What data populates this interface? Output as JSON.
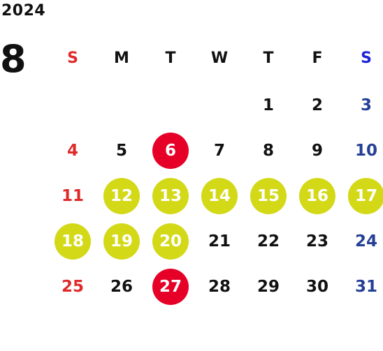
{
  "header": {
    "year": "2024",
    "month": "8"
  },
  "weekdays": [
    "S",
    "M",
    "T",
    "W",
    "T",
    "F",
    "S"
  ],
  "weeks": [
    [
      "",
      "",
      "",
      "",
      "1",
      "2",
      "3"
    ],
    [
      "4",
      "5",
      "6",
      "7",
      "8",
      "9",
      "10"
    ],
    [
      "11",
      "12",
      "13",
      "14",
      "15",
      "16",
      "17"
    ],
    [
      "18",
      "19",
      "20",
      "21",
      "22",
      "23",
      "24"
    ],
    [
      "25",
      "26",
      "27",
      "28",
      "29",
      "30",
      "31"
    ]
  ],
  "highlights": {
    "red": [
      "6",
      "27"
    ],
    "yellow": [
      "12",
      "13",
      "14",
      "15",
      "16",
      "17",
      "18",
      "19",
      "20"
    ]
  },
  "colors": {
    "sunday": "#e02a2a",
    "saturday": "#243f95",
    "weekday": "#111111",
    "red_circle": "#e60027",
    "yellow_circle": "#d3d917"
  }
}
